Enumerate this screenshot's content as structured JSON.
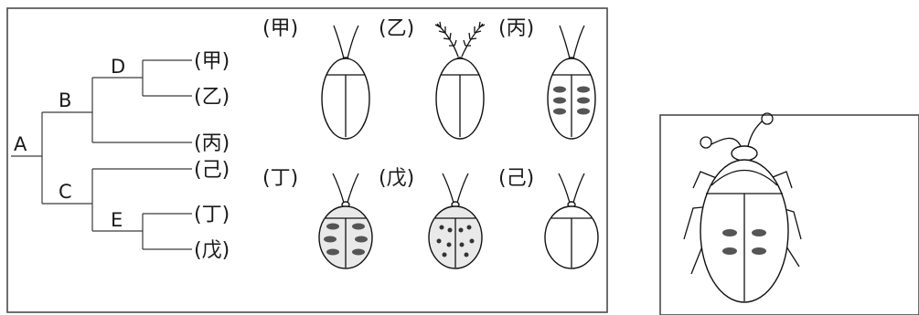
{
  "tree": {
    "nodes": {
      "A": "A",
      "B": "B",
      "C": "C",
      "D": "D",
      "E": "E"
    },
    "leaves": [
      "(甲)",
      "(乙)",
      "(丙)",
      "(己)",
      "(丁)",
      "(戊)"
    ]
  },
  "figures": {
    "labels": [
      "(甲)",
      "(乙)",
      "(丙)",
      "(丁)",
      "(戊)",
      "(己)"
    ]
  }
}
